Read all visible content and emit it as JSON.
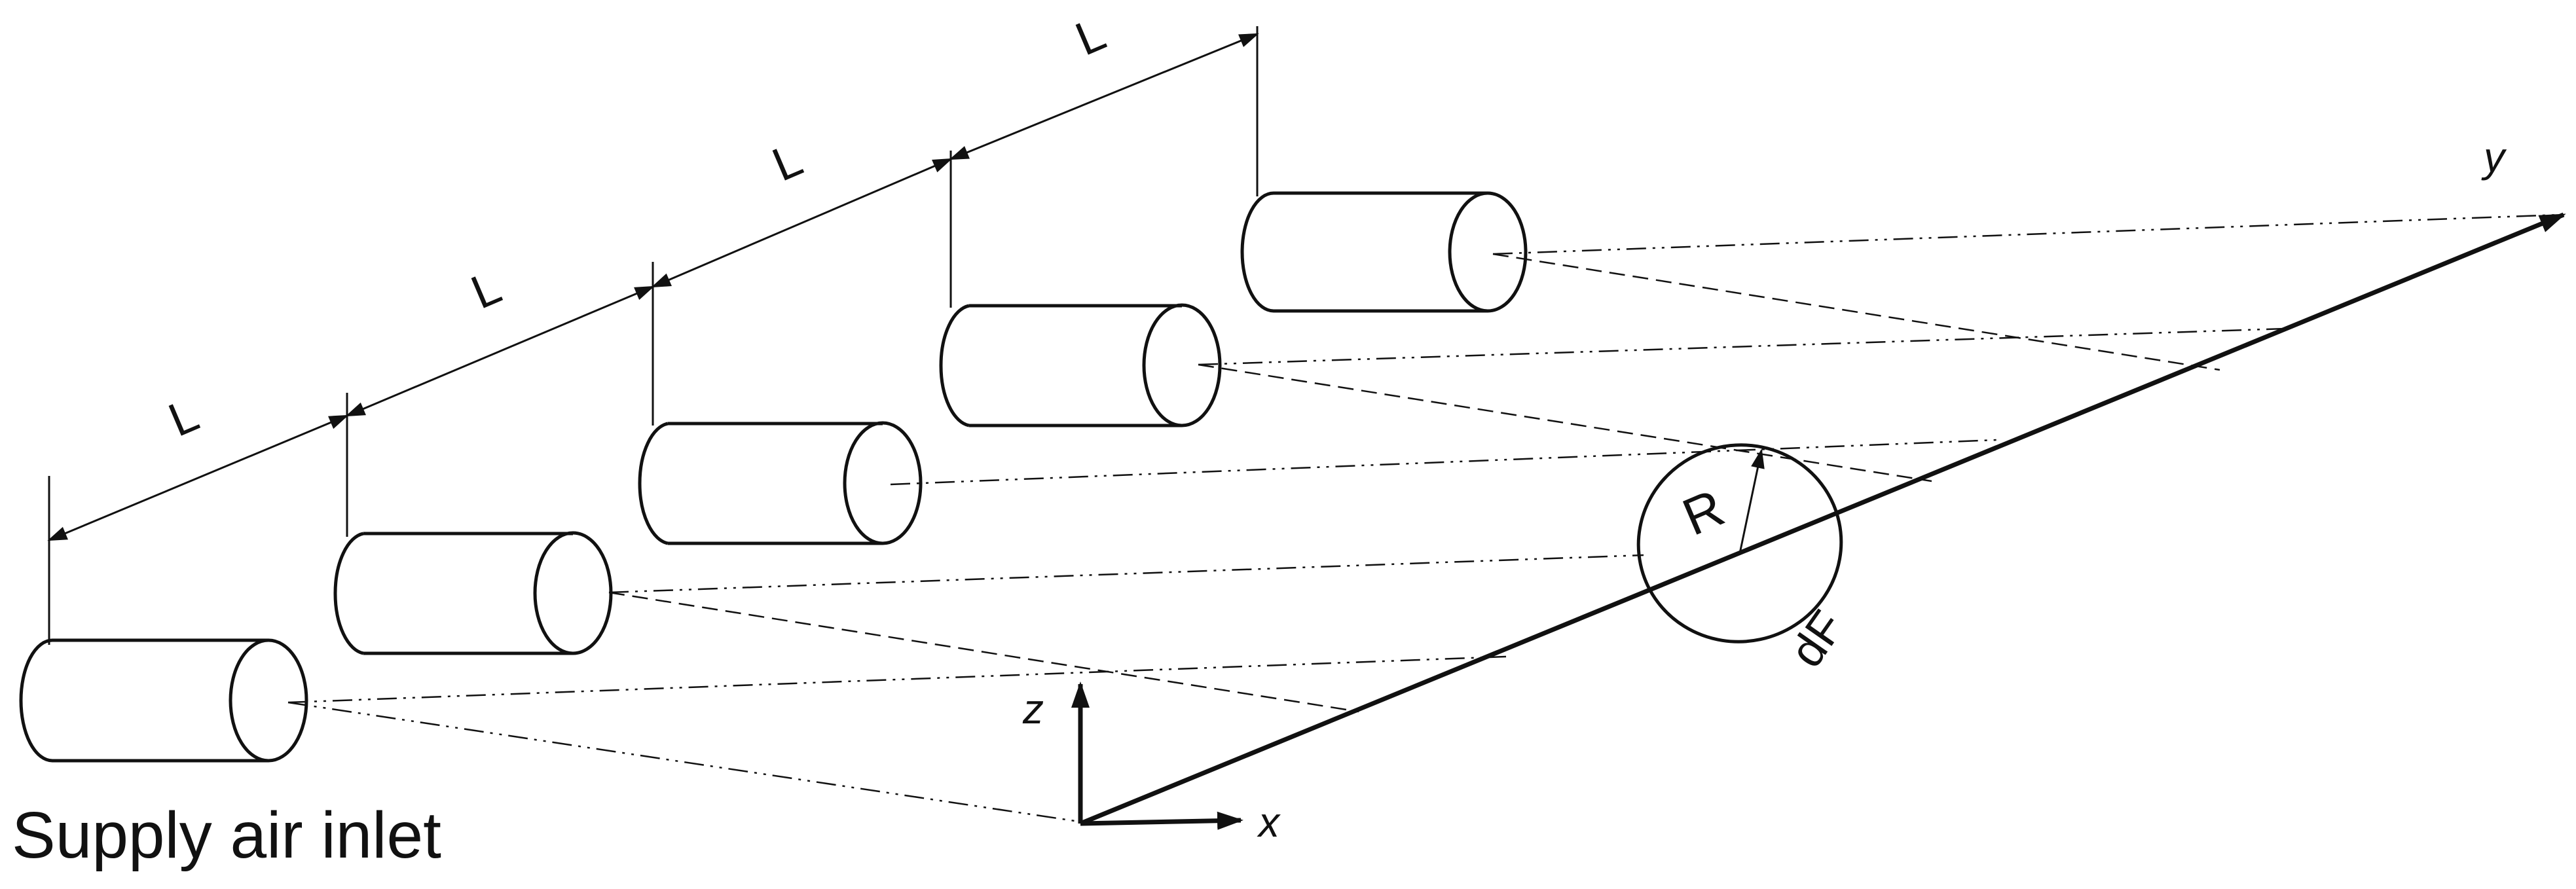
{
  "figure": {
    "caption": "Supply air inlet",
    "spacing_label": "L",
    "radius_label": "R",
    "surface_label": "dF",
    "axes": {
      "x": "x",
      "y": "y",
      "z": "z"
    },
    "inlet_count": 5
  },
  "colors": {
    "ink": "#111111",
    "background": "#ffffff"
  }
}
